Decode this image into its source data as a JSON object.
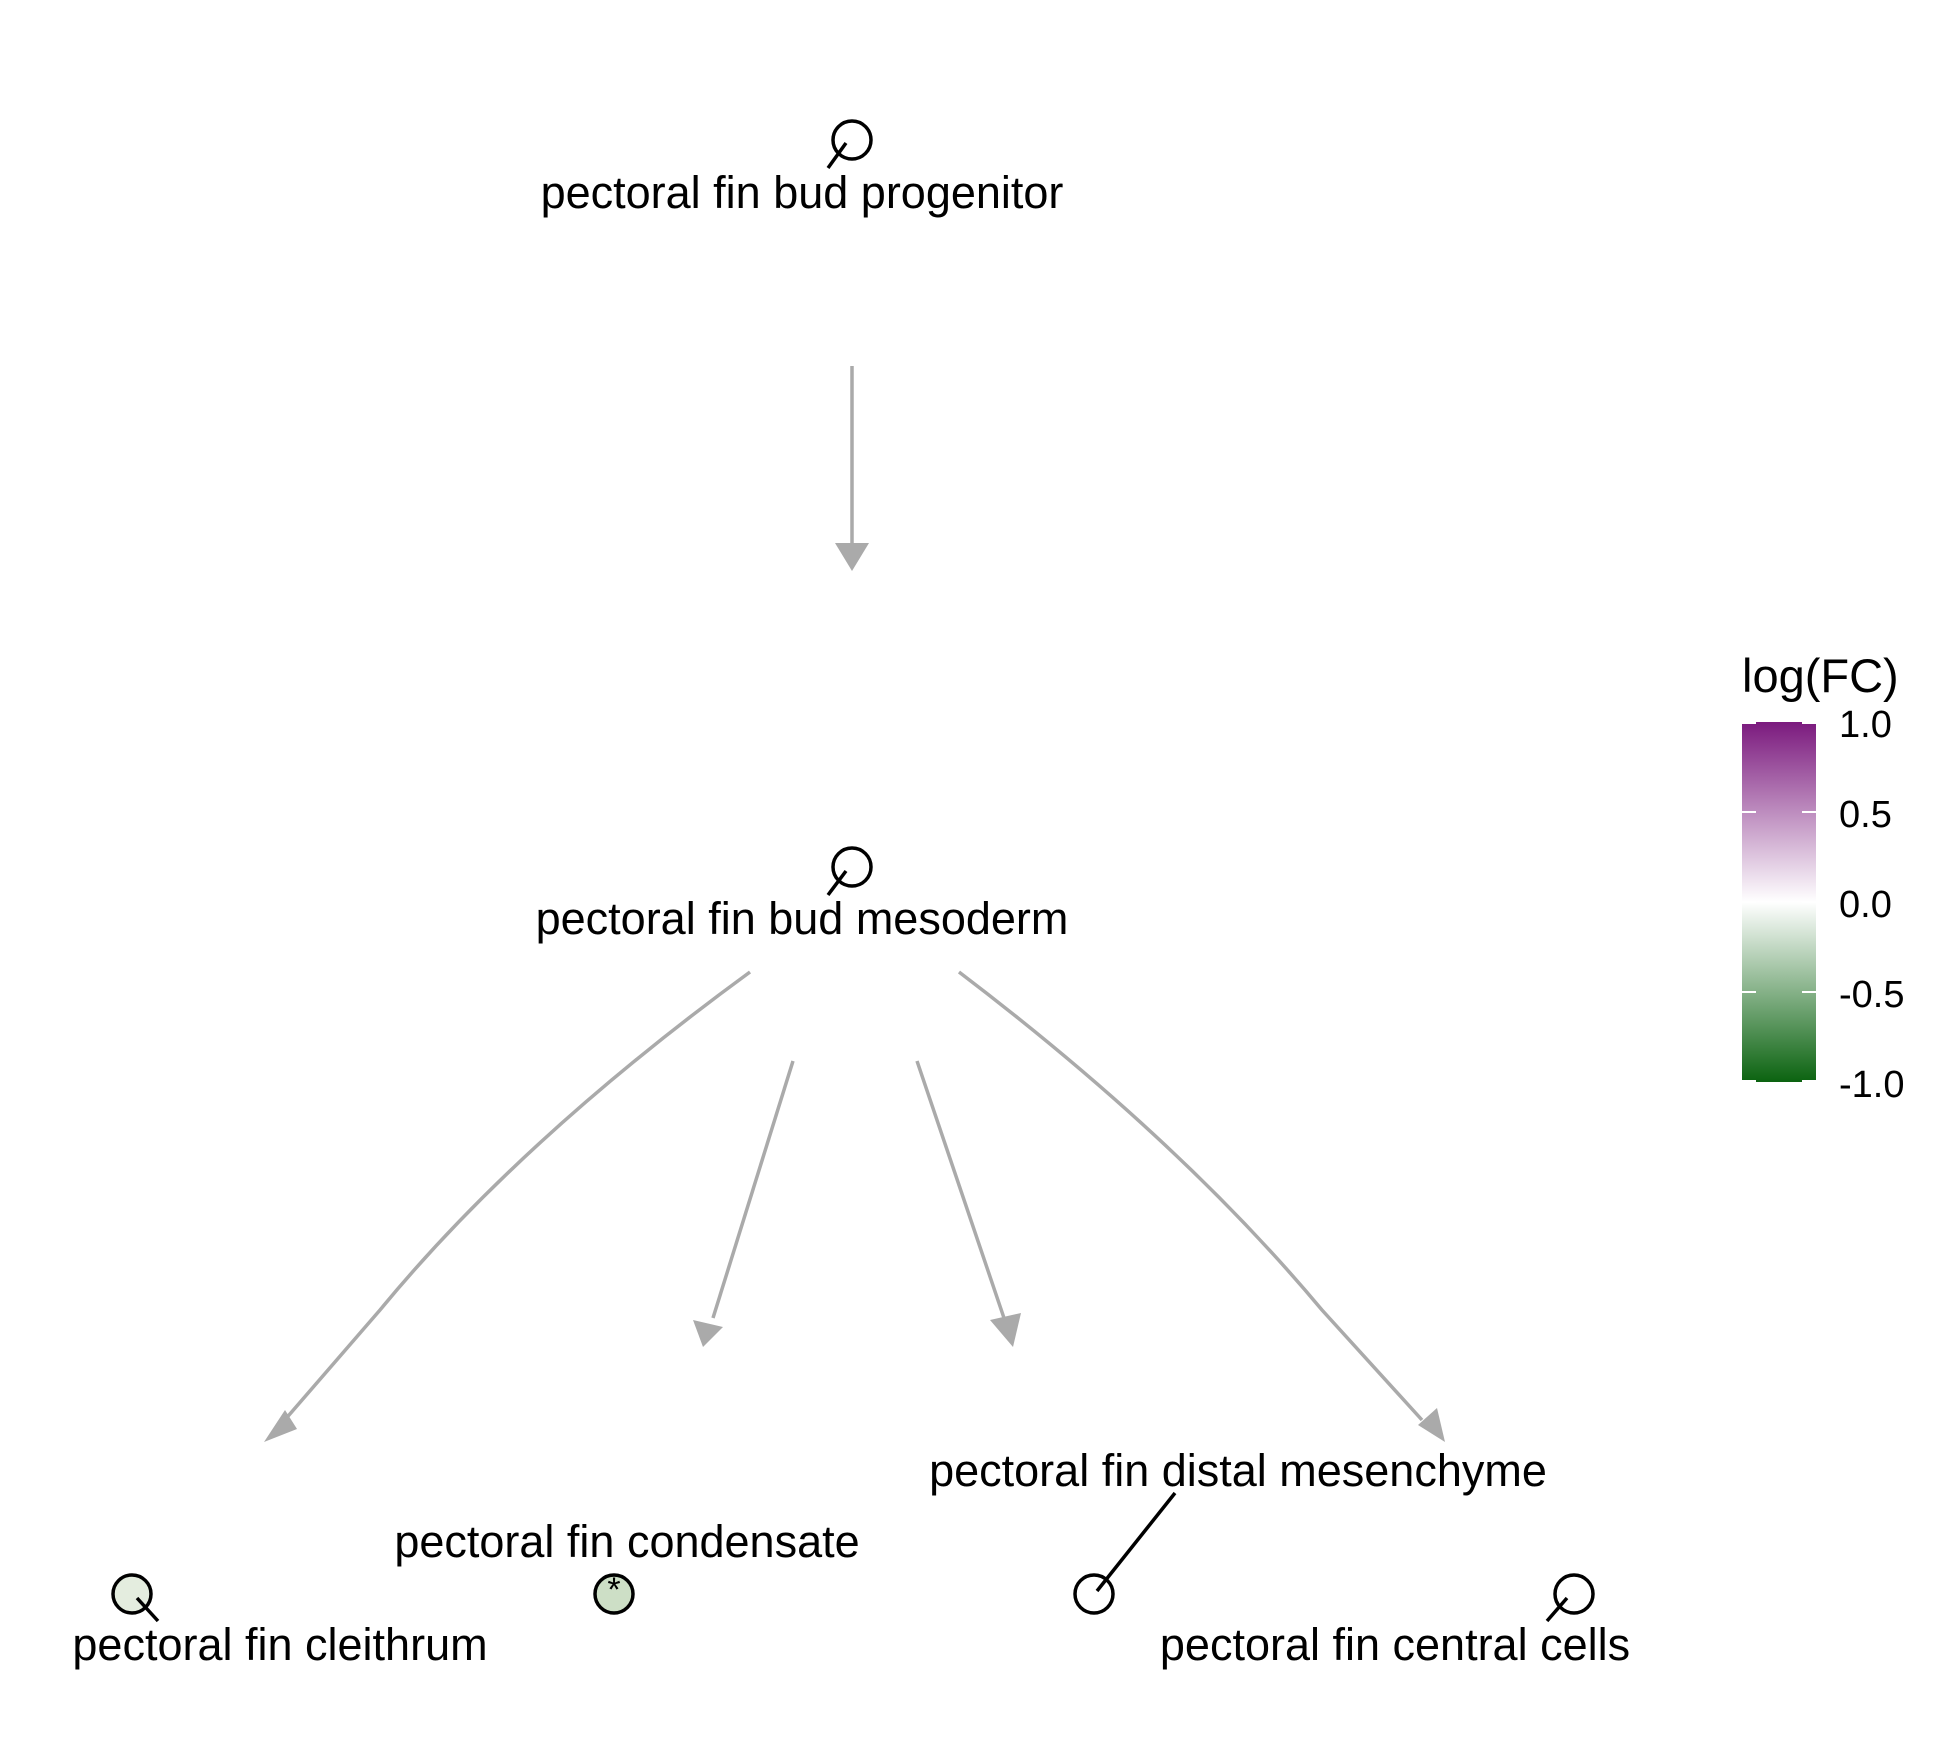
{
  "diagram": {
    "edge_color": "#aaaaaa",
    "nodes": [
      {
        "id": "progenitor",
        "label": "pectoral fin bud progenitor",
        "fill": "#ffffff",
        "significant": false
      },
      {
        "id": "mesoderm",
        "label": "pectoral fin bud mesoderm",
        "fill": "#ffffff",
        "significant": false
      },
      {
        "id": "cleithrum",
        "label": "pectoral fin cleithrum",
        "fill": "#e4eddf",
        "significant": false
      },
      {
        "id": "condensate",
        "label": "pectoral fin condensate",
        "fill": "#cddfc6",
        "significant": true,
        "marker": "*"
      },
      {
        "id": "distal",
        "label": "pectoral fin distal mesenchyme",
        "fill": "#ffffff",
        "significant": false
      },
      {
        "id": "central",
        "label": "pectoral fin central cells",
        "fill": "#ffffff",
        "significant": false
      }
    ],
    "edges": [
      {
        "from": "progenitor",
        "to": "mesoderm"
      },
      {
        "from": "mesoderm",
        "to": "cleithrum"
      },
      {
        "from": "mesoderm",
        "to": "condensate"
      },
      {
        "from": "mesoderm",
        "to": "distal"
      },
      {
        "from": "mesoderm",
        "to": "central"
      }
    ]
  },
  "legend": {
    "title": "log(FC)",
    "ticks": [
      "1.0",
      "0.5",
      "0.0",
      "-0.5",
      "-1.0"
    ],
    "range": [
      -1.0,
      1.0
    ],
    "colors": {
      "high": "#7b1a7e",
      "mid": "#ffffff",
      "low": "#0b6310"
    }
  }
}
